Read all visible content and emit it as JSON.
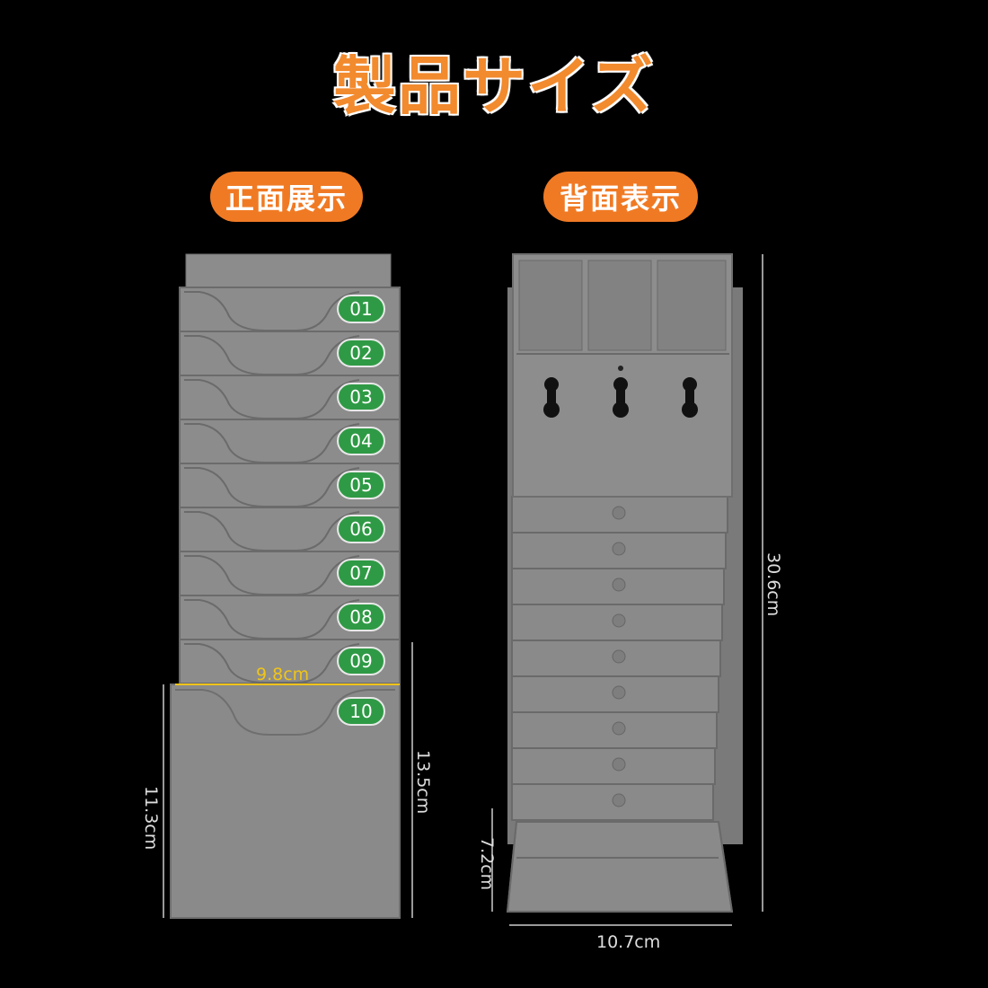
{
  "title": "製品サイズ",
  "labels": {
    "front": "正面展示",
    "back": "背面表示"
  },
  "slots": [
    "01",
    "02",
    "03",
    "04",
    "05",
    "06",
    "07",
    "08",
    "09",
    "10"
  ],
  "dimensions": {
    "width_front": "9.8cm",
    "height_front_body": "11.3cm",
    "height_front_pocket": "13.5cm",
    "height_total": "30.6cm",
    "base_depth": "7.2cm",
    "width_back": "10.7cm"
  },
  "colors": {
    "title": "#f28a2e",
    "pill": "#f07a24",
    "body": "#8a8a8a",
    "badge": "#2f9a45",
    "dim_highlight": "#f0c419"
  }
}
